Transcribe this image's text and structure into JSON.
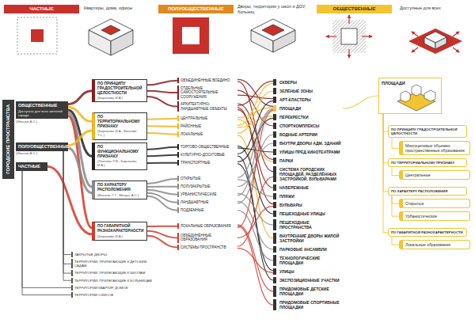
{
  "diagram": {
    "nodes": [
      {
        "text": [
          "ЧАСТНЫЕ"
        ]
      },
      {
        "text": [
          "ПОЛУОБЩЕСТВЕННЫЕ"
        ]
      },
      {
        "text": [
          "ОБЩЕСТВЕННЫЕ"
        ]
      },
      {
        "text": [
          "ГОРОДСКИЕ ПРОСТРАНСТВА"
        ]
      },
      {
        "text": [
          "ОБЩЕСТВЕННЫЕ",
          "Доступны для всех жителей города"
        ]
      },
      {
        "text": [
          "ПОЛУОБЩЕСТВЕННЫЕ"
        ]
      },
      {
        "text": [
          "ЧАСТНЫЕ"
        ]
      },
      {
        "text": [
          "ПО ПРИНЦИПУ ГРАДОСТРОИТЕЛЬНОЙ ЦЕЛОСТНОСТИ",
          "(Бирюкова И.А.)"
        ]
      },
      {
        "text": [
          "ПО ТЕРРИТОРИАЛЬНОМУ ПРИЗНАКУ",
          "(Бирюкова И.А., Евтеева Т.С.)"
        ]
      },
      {
        "text": [
          "ПО ФУНКЦИОНАЛЬНОМУ ПРИЗНАКУ",
          "(Лаптева Л.В., Бирюкова И.А.)"
        ]
      },
      {
        "text": [
          "ПО ХАРАКТЕРУ РАСПОЛОЖЕНИЯ",
          "(Ватагин Г.Т., Мещан А.С.)"
        ]
      },
      {
        "text": [
          "ПО ГАБАРИТНОЙ РАЗНОХАРАКТЕРНОСТИ",
          "(Бирюкова И.А.)"
        ]
      },
      {
        "text": [
          "ОБЪЕДИНЁННЫЕ ВОЕДИНО"
        ]
      },
      {
        "text": [
          "ОТДЕЛЬНЫЕ САМОСТОЯТЕЛЬНЫЕ СООРУЖЕНИЯ"
        ]
      },
      {
        "text": [
          "АРХИТЕКТУРНО-ЛАНДШАФТНЫЕ ОБЪЕКТЫ"
        ]
      },
      {
        "text": [
          "ЦЕНТРАЛЬНЫЕ"
        ]
      },
      {
        "text": [
          "РАЙОННЫЕ"
        ]
      },
      {
        "text": [
          "ЛОКАЛЬНЫЕ"
        ]
      },
      {
        "text": [
          "ТОРГОВО-ОБЩЕСТВЕННЫЕ"
        ]
      },
      {
        "text": [
          "КУЛЬТУРНО-ДОСУГОВЫЕ"
        ]
      },
      {
        "text": [
          "ТРАНСПОРТНЫЕ"
        ]
      },
      {
        "text": [
          "ОТКРЫТЫЕ"
        ]
      },
      {
        "text": [
          "ПОЛУЗАКРЫТЫЕ"
        ]
      },
      {
        "text": [
          "УРБАНИСТИЧЕСКИЕ"
        ]
      },
      {
        "text": [
          "ЛАНДШАФТНЫЕ"
        ]
      },
      {
        "text": [
          "ПОДЗЕМНЫЕ"
        ]
      },
      {
        "text": [
          "ЛОКАЛЬНЫЕ ОБРАЗОВАНИЯ"
        ]
      },
      {
        "text": [
          "ОБЪЕДИНЁННЫЕ ОБРАЗОВАНИЯ"
        ]
      },
      {
        "text": [
          "СИСТЕМЫ ПРОСТРАНСТВ"
        ]
      },
      {
        "text": [
          "СКВЕРЫ"
        ]
      },
      {
        "text": [
          "ЗЕЛЁНЫЕ ЗОНЫ"
        ]
      },
      {
        "text": [
          "АРТ-КЛАСТЕРЫ"
        ]
      },
      {
        "text": [
          "ПЛОЩАДИ"
        ]
      },
      {
        "text": [
          "ПЕРЕКРЕСТКИ"
        ]
      },
      {
        "text": [
          "СПОРТКОМПЛЕКСЫ"
        ]
      },
      {
        "text": [
          "ВОДНЫЕ АРТЕРИИ"
        ]
      },
      {
        "text": [
          "ВНУТРИ ДВОРЫ АДМ. ЗДАНИЙ"
        ]
      },
      {
        "text": [
          "УЛИЦЫ ПРЕД КИНОТЕАТРАМИ"
        ]
      },
      {
        "text": [
          "ПАРКИ"
        ]
      },
      {
        "text": [
          "СИСТЕМА ГОРОДСКИХ ПЛОЩАДЕЙ, РАЗДЕЛЁННЫХ ЗАСТРОЙКОЙ, БУЛЬВАРАМИ"
        ]
      },
      {
        "text": [
          "НАБЕРЕЖНЫЕ"
        ]
      },
      {
        "text": [
          "ПЛЯЖИ"
        ]
      },
      {
        "text": [
          "БУЛЬВАРЫ"
        ]
      },
      {
        "text": [
          "ПЕШЕХОДНЫЕ УЛИЦЫ"
        ]
      },
      {
        "text": [
          "ПЕШЕХОДНЫЕ ПРОСТРАНСТВА"
        ]
      },
      {
        "text": [
          "ВНУТРЕННИЕ ДВОРЫ ЖИЛОЙ ЗАСТРОЙКИ"
        ]
      },
      {
        "text": [
          "ПАРКОВЫЕ АНСАМБЛИ"
        ]
      },
      {
        "text": [
          "ТЕХНОЛОГИЧЕСКИЕ ПЛОЩАДКИ"
        ]
      },
      {
        "text": [
          "УЛИЦЫ"
        ]
      },
      {
        "text": [
          "ЭКСПОЗИЦИОННЫЕ УЧАСТКИ"
        ]
      },
      {
        "text": [
          "ПРИДОМОВЫЕ ДЕТСКИЕ ПЛОЩАДКИ"
        ]
      },
      {
        "text": [
          "ПРИДОМОВЫЕ СПОРТИВНЫЕ ПЛОЩАДКИ"
        ]
      },
      {
        "text": [
          "ПЛОЩАДИ"
        ]
      },
      {
        "text": [
          "ПО ПРИНЦИПУ ГРАДОСТРОИТЕЛЬНОЙ ЦЕЛОСТНОСТИ"
        ]
      },
      {
        "text": [
          "Многоцелевые объемно-пространственные образования"
        ]
      },
      {
        "text": [
          "ПО ТЕРРИТОРИАЛЬНОМУ ПРИЗНАКУ"
        ]
      },
      {
        "text": [
          "Центральные"
        ]
      },
      {
        "text": [
          "ПО ХАРАКТЕРУ РАСПОЛОЖЕНИЯ"
        ]
      },
      {
        "text": [
          "Открытые"
        ]
      },
      {
        "text": [
          "Урбанистические"
        ]
      },
      {
        "text": [
          "ПО ГАБАРИТНОЙ РАЗНОХАРАКТЕРНОСТИ"
        ]
      },
      {
        "text": [
          "Локальные образования"
        ]
      },
      {
        "text": [
          "ЗАКРЫТЫЕ ДВОРЫ"
        ]
      },
      {
        "text": [
          "ТЕРРИТОРИИ, ПРИЛЕГАЮЩИЕ К ДЕТСКИМ САДАМ"
        ]
      },
      {
        "text": [
          "ТЕРРИТОРИИ, ПРИЛЕГАЮЩИЕ К ШКОЛАМ"
        ]
      },
      {
        "text": [
          "ТЕРРИТОРИИ, ПРИЛЕГАЮЩИЕ К БОЛЬНИЦАМ"
        ]
      },
      {
        "text": [
          "ТЕРРИТОРИИ КВАРТИР, ДОМОВ"
        ]
      },
      {
        "text": [
          "ТЕРРИТОРИИ ОФИСОВ"
        ]
      }
    ],
    "edges": [
      {
        "from": 4,
        "to": 7,
        "arrow": "none"
      },
      {
        "from": 4,
        "to": 8,
        "arrow": "none"
      },
      {
        "from": 4,
        "to": 9,
        "arrow": "none"
      },
      {
        "from": 4,
        "to": 10,
        "arrow": "none"
      },
      {
        "from": 4,
        "to": 11,
        "arrow": "none"
      },
      {
        "from": 5,
        "to": 8,
        "arrow": "none"
      },
      {
        "from": 5,
        "to": 10,
        "arrow": "none"
      },
      {
        "from": 6,
        "to": 11,
        "arrow": "none"
      },
      {
        "from": 7,
        "to": 12,
        "arrow": "none"
      },
      {
        "from": 7,
        "to": 13,
        "arrow": "none"
      },
      {
        "from": 7,
        "to": 14,
        "arrow": "none"
      },
      {
        "from": 8,
        "to": 15,
        "arrow": "none"
      },
      {
        "from": 8,
        "to": 16,
        "arrow": "none"
      },
      {
        "from": 8,
        "to": 17,
        "arrow": "none"
      },
      {
        "from": 9,
        "to": 18,
        "arrow": "none"
      },
      {
        "from": 9,
        "to": 19,
        "arrow": "none"
      },
      {
        "from": 9,
        "to": 20,
        "arrow": "none"
      },
      {
        "from": 10,
        "to": 21,
        "arrow": "none"
      },
      {
        "from": 10,
        "to": 22,
        "arrow": "none"
      },
      {
        "from": 10,
        "to": 23,
        "arrow": "none"
      },
      {
        "from": 10,
        "to": 24,
        "arrow": "none"
      },
      {
        "from": 10,
        "to": 25,
        "arrow": "none"
      },
      {
        "from": 11,
        "to": 26,
        "arrow": "none"
      },
      {
        "from": 11,
        "to": 27,
        "arrow": "none"
      },
      {
        "from": 11,
        "to": 28,
        "arrow": "none"
      },
      {
        "from": 12,
        "to": 32,
        "arrow": "none"
      },
      {
        "from": 12,
        "to": 39,
        "arrow": "none"
      },
      {
        "from": 13,
        "to": 34,
        "arrow": "none"
      },
      {
        "from": 13,
        "to": 31,
        "arrow": "none"
      },
      {
        "from": 14,
        "to": 38,
        "arrow": "none"
      },
      {
        "from": 14,
        "to": 29,
        "arrow": "none"
      },
      {
        "from": 14,
        "to": 42,
        "arrow": "none"
      },
      {
        "from": 14,
        "to": 40,
        "arrow": "none"
      },
      {
        "from": 15,
        "to": 32,
        "arrow": "none"
      },
      {
        "from": 15,
        "to": 38,
        "arrow": "none"
      },
      {
        "from": 16,
        "to": 29,
        "arrow": "none"
      },
      {
        "from": 16,
        "to": 33,
        "arrow": "none"
      },
      {
        "from": 17,
        "to": 30,
        "arrow": "none"
      },
      {
        "from": 17,
        "to": 45,
        "arrow": "none"
      },
      {
        "from": 18,
        "to": 43,
        "arrow": "none"
      },
      {
        "from": 18,
        "to": 37,
        "arrow": "none"
      },
      {
        "from": 19,
        "to": 31,
        "arrow": "none"
      },
      {
        "from": 19,
        "to": 49,
        "arrow": "none"
      },
      {
        "from": 20,
        "to": 33,
        "arrow": "none"
      },
      {
        "from": 20,
        "to": 48,
        "arrow": "none"
      },
      {
        "from": 21,
        "to": 32,
        "arrow": "none"
      },
      {
        "from": 21,
        "to": 41,
        "arrow": "none"
      },
      {
        "from": 22,
        "to": 36,
        "arrow": "none"
      },
      {
        "from": 23,
        "to": 44,
        "arrow": "none"
      },
      {
        "from": 23,
        "to": 32,
        "arrow": "none"
      },
      {
        "from": 24,
        "to": 46,
        "arrow": "none"
      },
      {
        "from": 24,
        "to": 35,
        "arrow": "none"
      },
      {
        "from": 25,
        "to": 47,
        "arrow": "none"
      },
      {
        "from": 26,
        "to": 50,
        "arrow": "none"
      },
      {
        "from": 26,
        "to": 51,
        "arrow": "none"
      },
      {
        "from": 26,
        "to": 32,
        "arrow": "none"
      },
      {
        "from": 27,
        "to": 42,
        "arrow": "none"
      },
      {
        "from": 28,
        "to": 39,
        "arrow": "none"
      },
      {
        "from": 28,
        "to": 48,
        "arrow": "none"
      },
      {
        "from": 32,
        "to": 52,
        "arrow": "none"
      },
      {
        "from": 52,
        "to": 53,
        "arrow": "none"
      },
      {
        "from": 53,
        "to": 54,
        "arrow": "none"
      },
      {
        "from": 52,
        "to": 55,
        "arrow": "none"
      },
      {
        "from": 55,
        "to": 56,
        "arrow": "none"
      },
      {
        "from": 52,
        "to": 57,
        "arrow": "none"
      },
      {
        "from": 57,
        "to": 58,
        "arrow": "none"
      },
      {
        "from": 57,
        "to": 59,
        "arrow": "none"
      },
      {
        "from": 52,
        "to": 60,
        "arrow": "none"
      },
      {
        "from": 60,
        "to": 61,
        "arrow": "none"
      },
      {
        "from": 5,
        "to": 62,
        "arrow": "none"
      },
      {
        "from": 5,
        "to": 63,
        "arrow": "none"
      },
      {
        "from": 5,
        "to": 64,
        "arrow": "none"
      },
      {
        "from": 5,
        "to": 65,
        "arrow": "none"
      },
      {
        "from": 6,
        "to": 66,
        "arrow": "none"
      },
      {
        "from": 6,
        "to": 67,
        "arrow": "none"
      }
    ],
    "labels": [
      "Квартиры, дома, офисы",
      "Дворы, территории у школ и ДОУ, больниц",
      "Доступные для всех",
      "(Иванов А.С.)",
      "(Иванов А.С.)"
    ]
  }
}
